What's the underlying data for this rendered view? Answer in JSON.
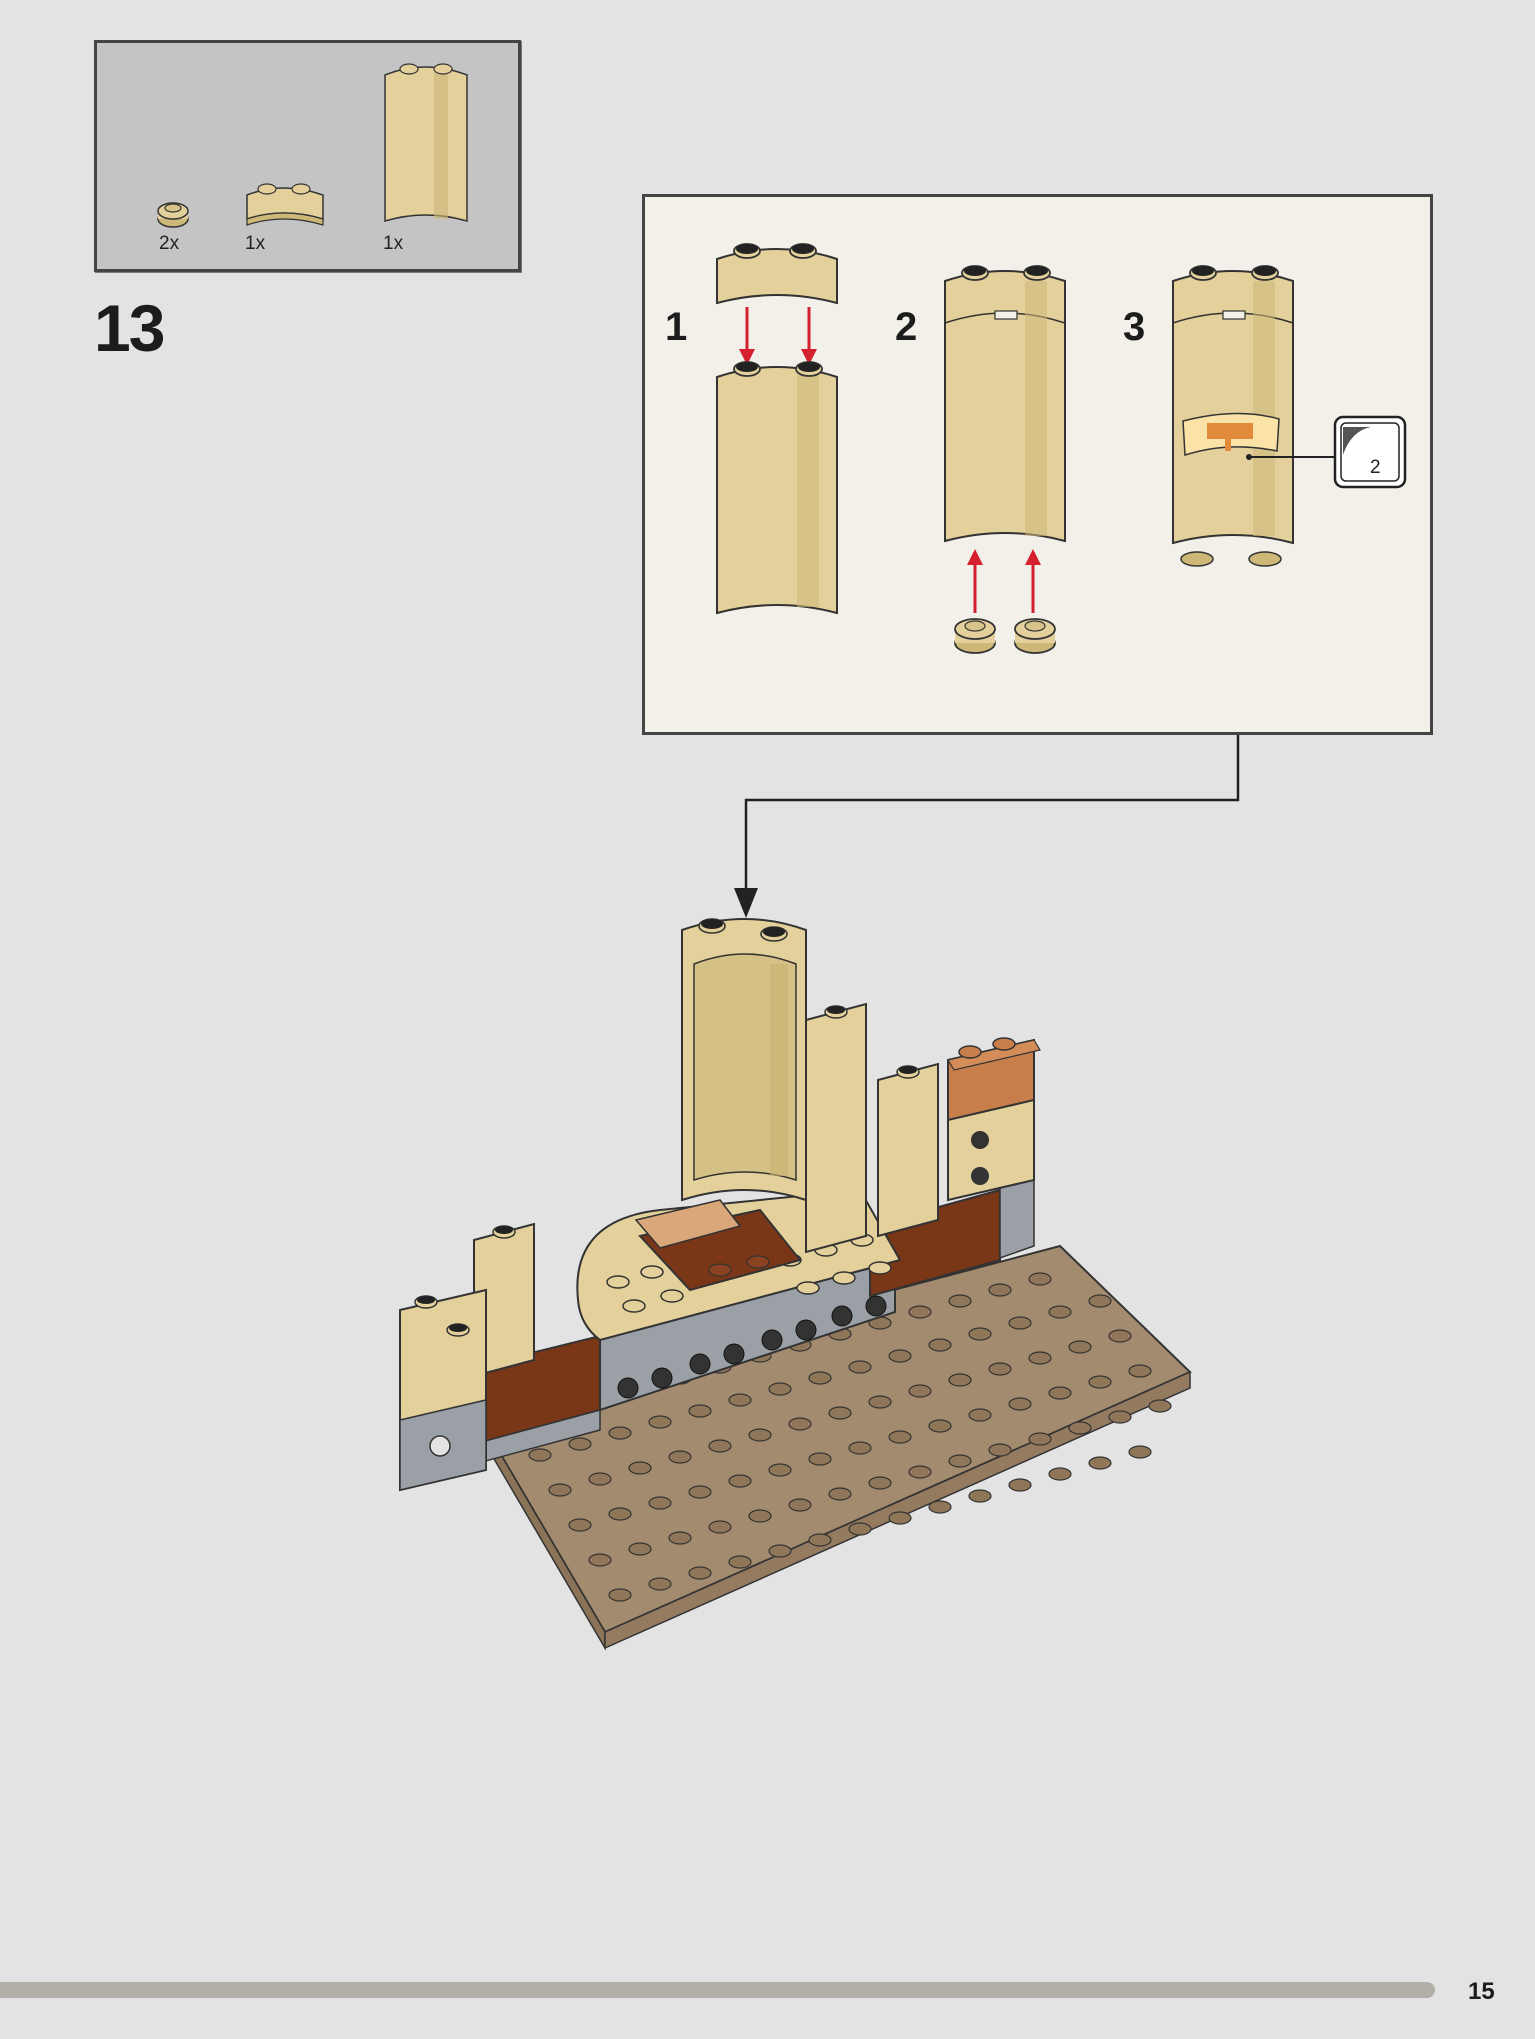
{
  "parts_list": {
    "items": [
      {
        "part": "round-plate-1x1-tan",
        "quantity": "2x"
      },
      {
        "part": "brick-round-corner-tan",
        "quantity": "1x"
      },
      {
        "part": "half-cylinder-tall-tan",
        "quantity": "1x"
      }
    ]
  },
  "step": {
    "number": "13"
  },
  "sub_assembly": {
    "steps": [
      {
        "number": "1"
      },
      {
        "number": "2"
      },
      {
        "number": "3"
      }
    ],
    "sticker": {
      "number": "2"
    }
  },
  "colors": {
    "tan": "#e3d09a",
    "tan_dark": "#cdb878",
    "brown": "#7a3718",
    "dark_tan": "#a38b6f",
    "grey": "#9aa0a6",
    "arrow_red": "#d4202f"
  },
  "footer": {
    "page_number": "15"
  }
}
